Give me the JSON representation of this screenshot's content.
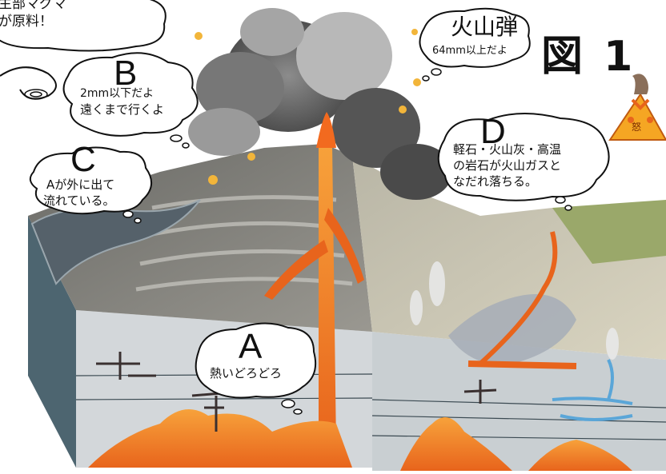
{
  "figure_title": "図 1",
  "top_bubble": {
    "lines": [
      "主部マグマ",
      "が原料！"
    ]
  },
  "bubble_b": {
    "letter": "B",
    "lines": [
      "2mm以下だよ",
      "遠くまで行くよ"
    ]
  },
  "bubble_c": {
    "letter": "C",
    "lines": [
      "Aが外に出て",
      "流れている。"
    ]
  },
  "bubble_bomb": {
    "title": "火山弾",
    "subtitle": "64mm以上だよ"
  },
  "bubble_d": {
    "letter": "D",
    "lines": [
      "軽石・火山灰・高温",
      "の岩石が火山ガスと",
      "なだれ落ちる。"
    ]
  },
  "bubble_a": {
    "letter": "A",
    "text": "熱いどろどろ"
  },
  "mascot": {
    "face": "怒"
  },
  "colors": {
    "lava": "#e8641c",
    "lava_light": "#f7a23b",
    "smoke": "#6f6f6f",
    "ground_cut": "#cfd3d6",
    "cone": "#8d8c86"
  }
}
